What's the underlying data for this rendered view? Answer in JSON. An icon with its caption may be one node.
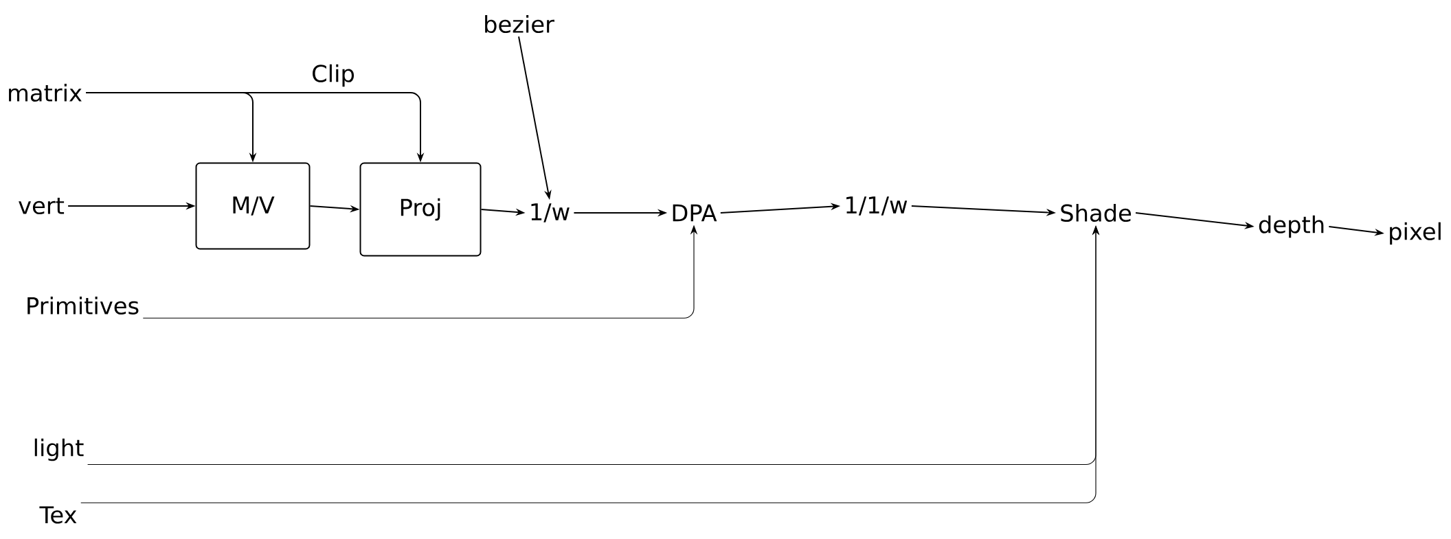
{
  "diagram": {
    "nodes": [
      {
        "text": [
          "matrix"
        ]
      },
      {
        "text": [
          "vert"
        ]
      },
      {
        "text": [
          "M/V"
        ]
      },
      {
        "text": [
          "Proj"
        ]
      },
      {
        "text": [
          "bezier"
        ]
      },
      {
        "text": [
          "1/w"
        ]
      },
      {
        "text": [
          "DPA"
        ]
      },
      {
        "text": [
          "1/1/w"
        ]
      },
      {
        "text": [
          "Shade"
        ]
      },
      {
        "text": [
          "depth"
        ]
      },
      {
        "text": [
          "pixel"
        ]
      },
      {
        "text": [
          "Primitives"
        ]
      },
      {
        "text": [
          "light"
        ]
      },
      {
        "text": [
          "Tex"
        ]
      }
    ],
    "edges": [
      {
        "from": 0,
        "to": 2,
        "arrow": "to"
      },
      {
        "from": 0,
        "to": 3,
        "arrow": "to"
      },
      {
        "from": 1,
        "to": 2,
        "arrow": "to"
      },
      {
        "from": 2,
        "to": 3,
        "arrow": "to"
      },
      {
        "from": 3,
        "to": 5,
        "arrow": "to"
      },
      {
        "from": 4,
        "to": 5,
        "arrow": "to"
      },
      {
        "from": 5,
        "to": 6,
        "arrow": "to"
      },
      {
        "from": 6,
        "to": 7,
        "arrow": "to"
      },
      {
        "from": 7,
        "to": 8,
        "arrow": "to"
      },
      {
        "from": 8,
        "to": 9,
        "arrow": "to"
      },
      {
        "from": 9,
        "to": 10,
        "arrow": "to"
      },
      {
        "from": 11,
        "to": 6,
        "arrow": "to"
      },
      {
        "from": 12,
        "to": 8,
        "arrow": "to"
      },
      {
        "from": 13,
        "to": 8,
        "arrow": "to"
      }
    ],
    "labels": [
      "Clip"
    ]
  }
}
